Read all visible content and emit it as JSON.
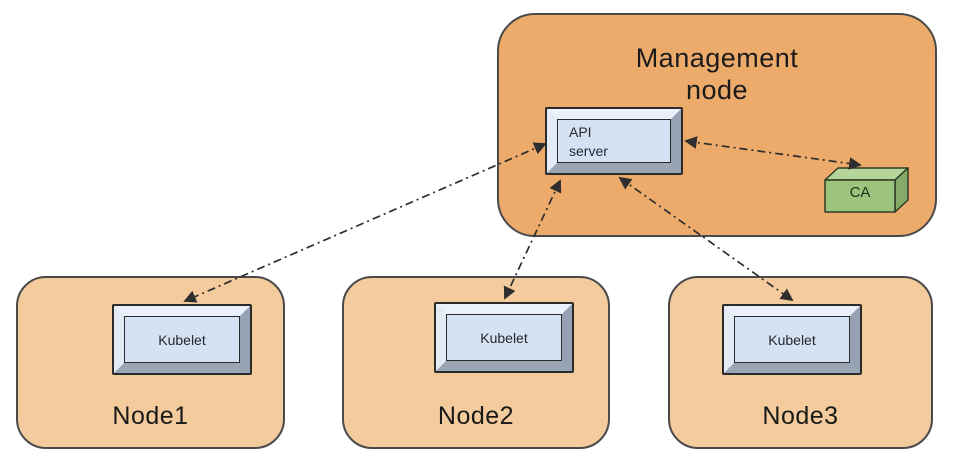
{
  "management_node": {
    "title": "Management node",
    "api_server_label": "API server",
    "ca_label": "CA"
  },
  "nodes": [
    {
      "name": "Node1",
      "component": "Kubelet"
    },
    {
      "name": "Node2",
      "component": "Kubelet"
    },
    {
      "name": "Node3",
      "component": "Kubelet"
    }
  ],
  "connections": [
    {
      "from": "API server",
      "to": "Kubelet (Node1)",
      "style": "dash-dot",
      "bidirectional": true
    },
    {
      "from": "API server",
      "to": "Kubelet (Node2)",
      "style": "dash-dot",
      "bidirectional": true
    },
    {
      "from": "API server",
      "to": "Kubelet (Node3)",
      "style": "dash-dot",
      "bidirectional": true
    },
    {
      "from": "API server",
      "to": "CA",
      "style": "dash-dot",
      "bidirectional": true
    }
  ],
  "colors": {
    "management_fill": "#ecaa6b",
    "node_fill": "#f3cb9c",
    "box_border": "#4a4a4a",
    "chip_face": "#d4e2f4",
    "chip_bevel_light": "#ebf1fb",
    "chip_bevel_dark": "#96a2b4",
    "ca_front": "#9dc47f",
    "ca_top": "#b6d59b",
    "ca_side": "#86aa69",
    "arrow": "#2e2e2e",
    "text": "#1b1b1b"
  }
}
